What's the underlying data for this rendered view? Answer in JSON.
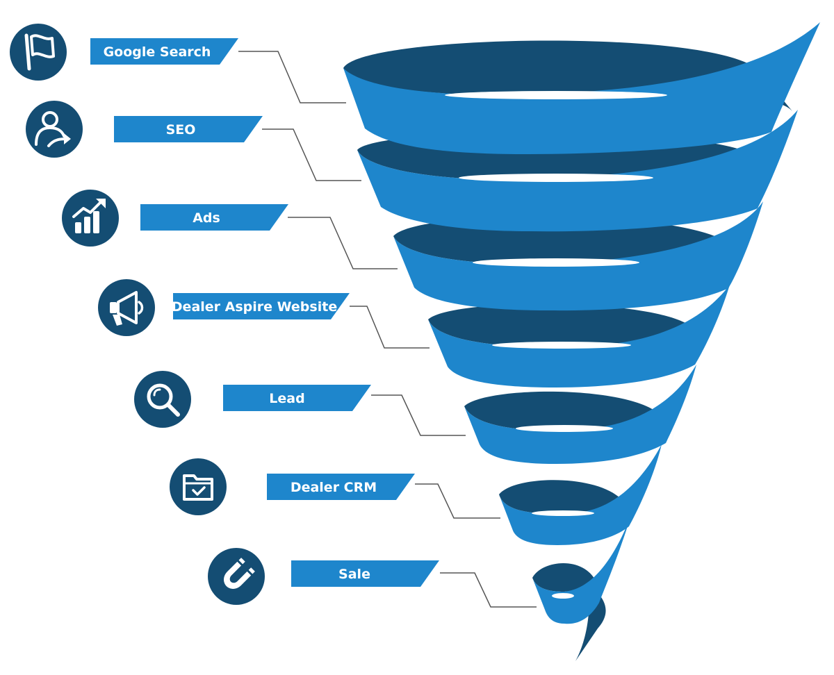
{
  "colors": {
    "ribbon_light": "#1e86cc",
    "ribbon_dark": "#144d73",
    "icon_circle": "#144d73",
    "label_bg": "#1e86cc",
    "label_text": "#ffffff",
    "connector": "#555555"
  },
  "stages": [
    {
      "label": "Google Search",
      "icon": "flag-icon"
    },
    {
      "label": "SEO",
      "icon": "user-share-icon"
    },
    {
      "label": "Ads",
      "icon": "growth-chart-icon"
    },
    {
      "label": "Dealer Aspire Website",
      "icon": "megaphone-icon"
    },
    {
      "label": "Lead",
      "icon": "search-icon"
    },
    {
      "label": "Dealer CRM",
      "icon": "folder-check-icon"
    },
    {
      "label": "Sale",
      "icon": "magnet-icon"
    }
  ]
}
